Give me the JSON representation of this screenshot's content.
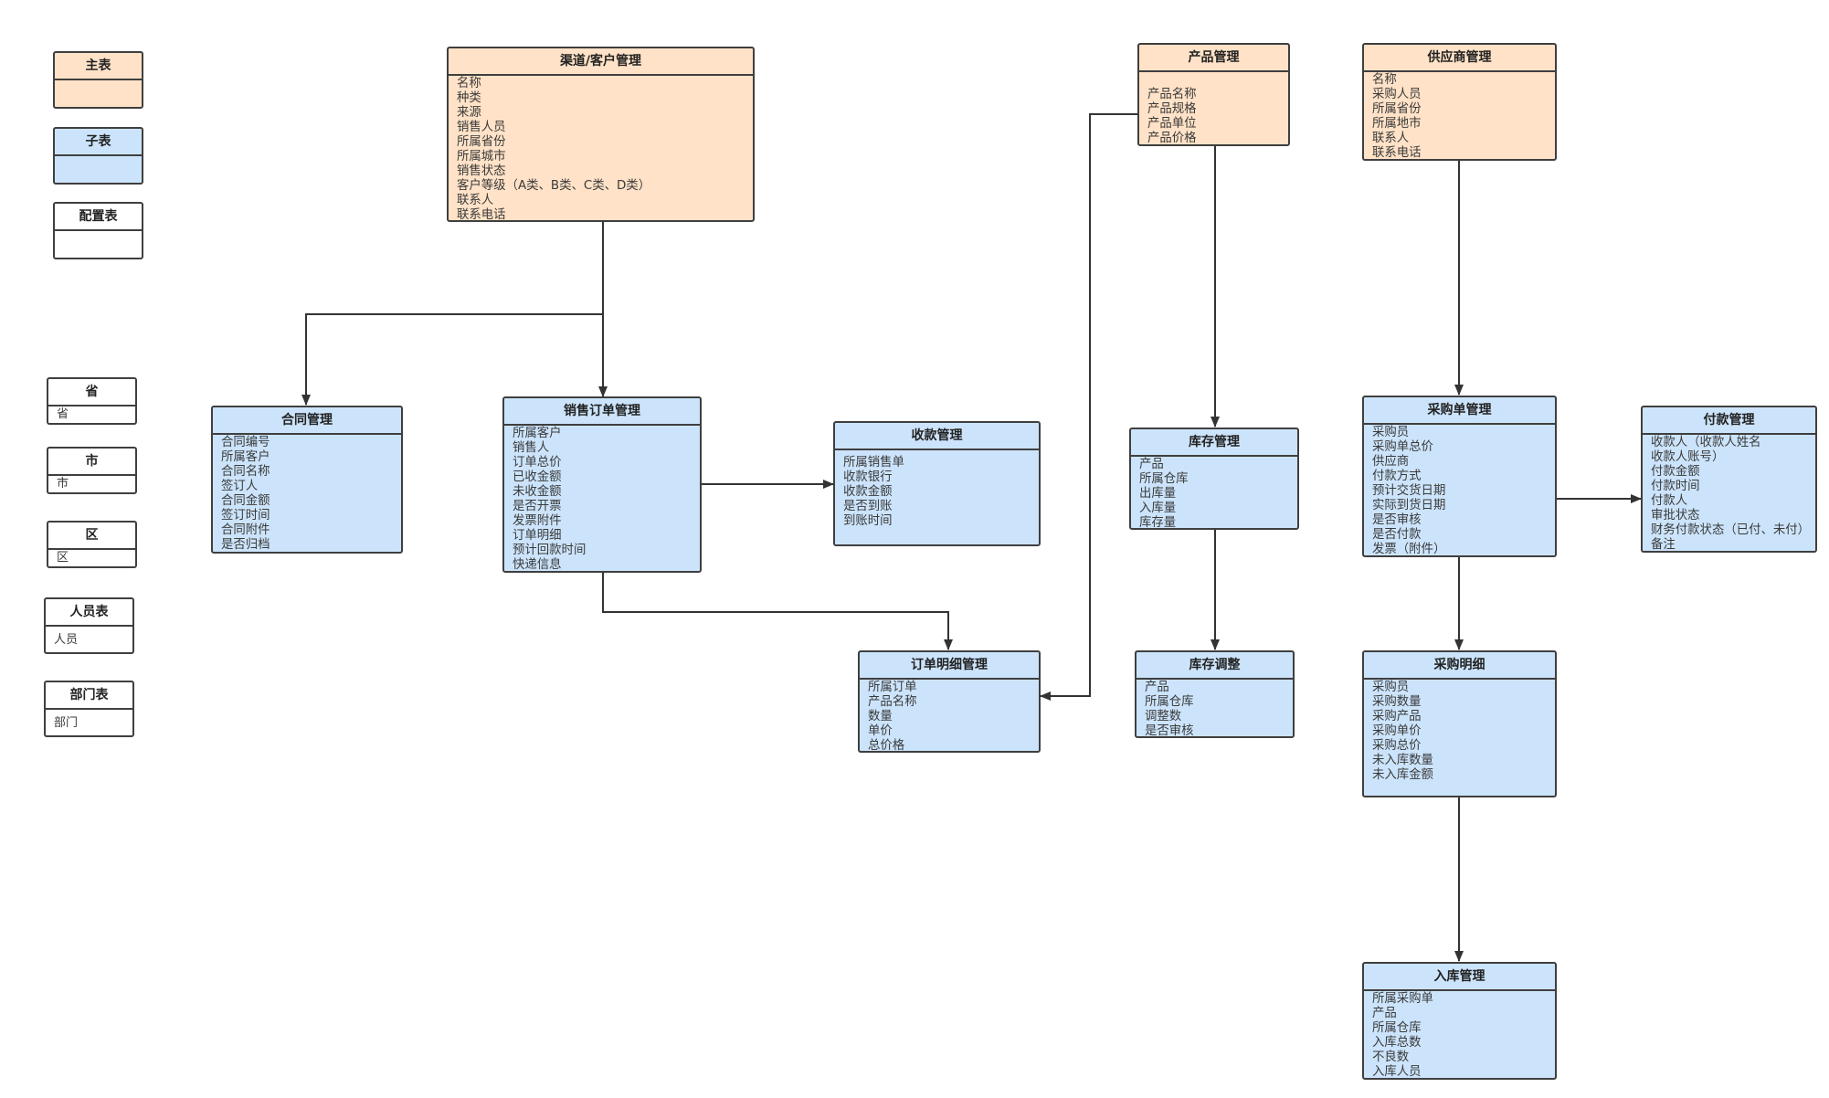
{
  "legend": {
    "main": "主表",
    "sub": "子表",
    "config": "配置表"
  },
  "config_tables": [
    {
      "title": "省",
      "field": "省"
    },
    {
      "title": "市",
      "field": "市"
    },
    {
      "title": "区",
      "field": "区"
    },
    {
      "title": "人员表",
      "field": "人员"
    },
    {
      "title": "部门表",
      "field": "部门"
    }
  ],
  "entities": {
    "channel": {
      "title": "渠道/客户管理",
      "fields": [
        "名称",
        "种类",
        "来源",
        "销售人员",
        "所属省份",
        "所属城市",
        "销售状态",
        "客户等级（A类、B类、C类、D类）",
        "联系人",
        "联系电话"
      ]
    },
    "product": {
      "title": "产品管理",
      "fields": [
        "",
        "产品名称",
        "产品规格",
        "产品单位",
        "产品价格"
      ]
    },
    "supplier": {
      "title": "供应商管理",
      "fields": [
        "名称",
        "采购人员",
        "所属省份",
        "所属地市",
        "联系人",
        "联系电话"
      ]
    },
    "contract": {
      "title": "合同管理",
      "fields": [
        "合同编号",
        "所属客户",
        "合同名称",
        "签订人",
        "合同金额",
        "签订时间",
        "合同附件",
        "是否归档"
      ]
    },
    "sales_order": {
      "title": "销售订单管理",
      "fields": [
        "所属客户",
        "销售人",
        "订单总价",
        "已收金额",
        "未收金额",
        "是否开票",
        "发票附件",
        "订单明细",
        "预计回款时间",
        "快递信息"
      ]
    },
    "collection": {
      "title": "收款管理",
      "fields": [
        "所属销售单",
        "收款银行",
        "收款金额",
        "是否到账",
        "到账时间"
      ]
    },
    "inventory": {
      "title": "库存管理",
      "fields": [
        "产品",
        "所属仓库",
        "出库量",
        "入库量",
        "库存量"
      ]
    },
    "purchase_order": {
      "title": "采购单管理",
      "fields": [
        "采购员",
        "采购单总价",
        "供应商",
        "付款方式",
        "预计交货日期",
        "实际到货日期",
        "是否审核",
        "是否付款",
        "发票（附件）"
      ]
    },
    "payment": {
      "title": "付款管理",
      "fields": [
        "收款人（收款人姓名",
        "收款人账号）",
        "付款金额",
        "付款时间",
        "付款人",
        "审批状态",
        "财务付款状态（已付、未付）",
        "备注"
      ]
    },
    "order_detail": {
      "title": "订单明细管理",
      "fields": [
        "所属订单",
        "产品名称",
        "数量",
        "单价",
        "总价格"
      ]
    },
    "stock_adjust": {
      "title": "库存调整",
      "fields": [
        "产品",
        "所属仓库",
        "调整数",
        "是否审核"
      ]
    },
    "purchase_detail": {
      "title": "采购明细",
      "fields": [
        "采购员",
        "采购数量",
        "采购产品",
        "采购单价",
        "采购总价",
        "未入库数量",
        "未入库金额"
      ]
    },
    "warehousing": {
      "title": "入库管理",
      "fields": [
        "所属采购单",
        "产品",
        "所属仓库",
        "入库总数",
        "不良数",
        "入库人员"
      ]
    }
  },
  "colors": {
    "main_fill": "#ffe2c7",
    "sub_fill": "#cce4fb",
    "config_fill": "#ffffff",
    "border": "#3f3f3f",
    "connector": "#333333"
  }
}
